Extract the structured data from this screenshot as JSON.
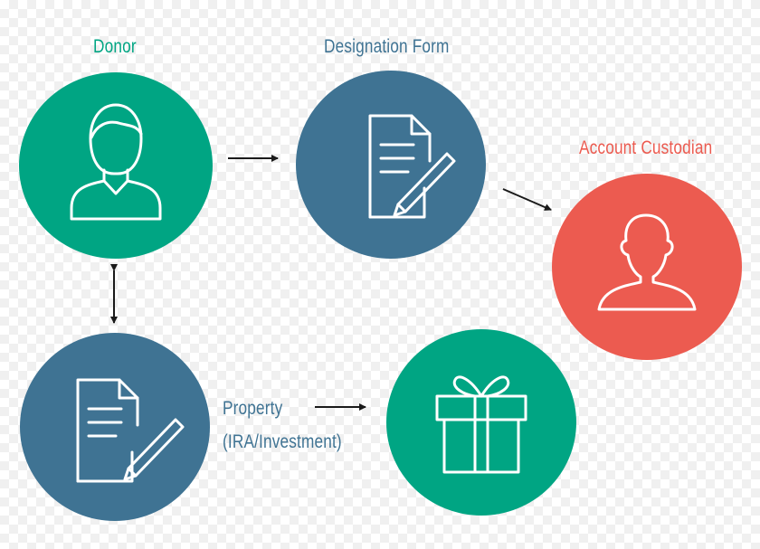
{
  "colors": {
    "green": "#00a583",
    "blue": "#3f7393",
    "red": "#ec5b50",
    "arrow": "#1a1a1a",
    "icon_stroke": "#ffffff"
  },
  "nodes": {
    "donor": {
      "label": "Donor",
      "icon": "person-icon"
    },
    "designation_form": {
      "label": "Designation Form",
      "icon": "document-pen-icon"
    },
    "account_custodian": {
      "label": "Account Custodian",
      "icon": "silhouette-icon"
    },
    "property": {
      "label_line1": "Property",
      "label_line2": "(IRA/Investment)",
      "icon": "document-pen-icon"
    },
    "gift": {
      "icon": "gift-icon"
    }
  }
}
